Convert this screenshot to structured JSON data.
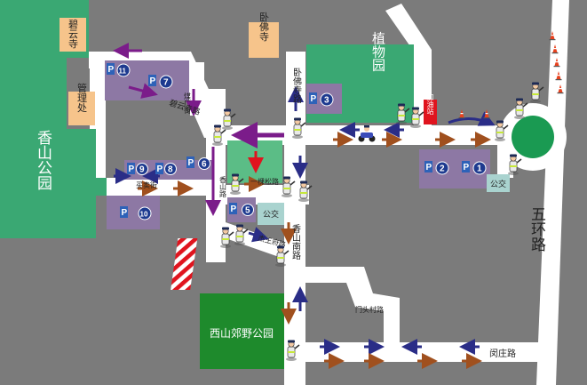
{
  "colors": {
    "background": "#7b7b7b",
    "road": "#ffffff",
    "park_green": "#3aa873",
    "park_green_light": "#5bbd86",
    "park_dark_green": "#1e8a2c",
    "poi_orange": "#f6c48b",
    "parking_purple": "#8d78a4",
    "parking_badge": "#2e62b8",
    "bus_stop": "#a9d3cf",
    "gas_station_red": "#e0141e",
    "arrow_brown": "#a0501e",
    "arrow_navy": "#2a2d87",
    "arrow_purple": "#7b1c8a",
    "arrow_red": "#e0141e"
  },
  "areas": {
    "biyun_temple": "碧云寺",
    "management_office": "管理处",
    "xiangshan_park": "香山公园",
    "wofo_temple": "卧佛寺",
    "botanical_garden": "植物园",
    "xishan_park": "西山郊野公园",
    "gas_station": "加油站",
    "bus_stop_center": "公交",
    "bus_stop_east": "公交"
  },
  "roads": {
    "biyun_temple_road": "碧云寺路",
    "meichang_street": "煤厂街",
    "wofo_temple_road": "卧佛寺路",
    "maimai_street": "买卖街",
    "xiangshan_road": "香山路",
    "yikesong_road": "一棵松路",
    "xiangshan_south_road": "香山南路",
    "bingmu_road": "杰王府路",
    "mentoucun_road": "门头村路",
    "minzhuang_road": "闵庄路",
    "fifth_ring_road": "五环路"
  },
  "parking": [
    {
      "label": "P",
      "number": "1"
    },
    {
      "label": "P",
      "number": "2"
    },
    {
      "label": "P",
      "number": "3"
    },
    {
      "label": "P",
      "number": "5"
    },
    {
      "label": "P",
      "number": "6"
    },
    {
      "label": "P",
      "number": "7"
    },
    {
      "label": "P",
      "number": "8"
    },
    {
      "label": "P",
      "number": "9"
    },
    {
      "label": "P",
      "number": "10"
    },
    {
      "label": "P",
      "number": "11"
    }
  ],
  "icons": {
    "police": "police-officer-icon",
    "motorcycle": "police-motorcycle-icon",
    "cone": "traffic-cone-icon",
    "parking": "parking-sign-icon"
  }
}
